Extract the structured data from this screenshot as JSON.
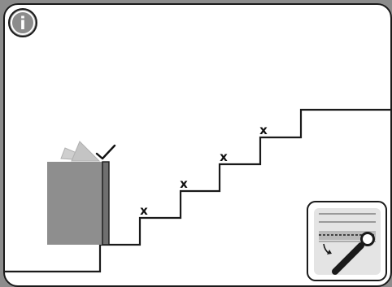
{
  "info_button": {
    "icon": "info-icon",
    "glyph": "i"
  },
  "diagram": {
    "document": {
      "icon": "folded-document-icon",
      "status_icon": "checkmark-icon"
    },
    "step_marks": [
      "x",
      "x",
      "x",
      "x"
    ]
  },
  "tool_button": {
    "icon": "scraper-tool-icon"
  },
  "colors": {
    "background": "#8c8c8c",
    "panel": "#ffffff",
    "outline": "#1a1a1a",
    "document": "#8e8e8e",
    "document_pages": "#c4c4c4",
    "tool_button_bg": "#e4e4e4"
  }
}
